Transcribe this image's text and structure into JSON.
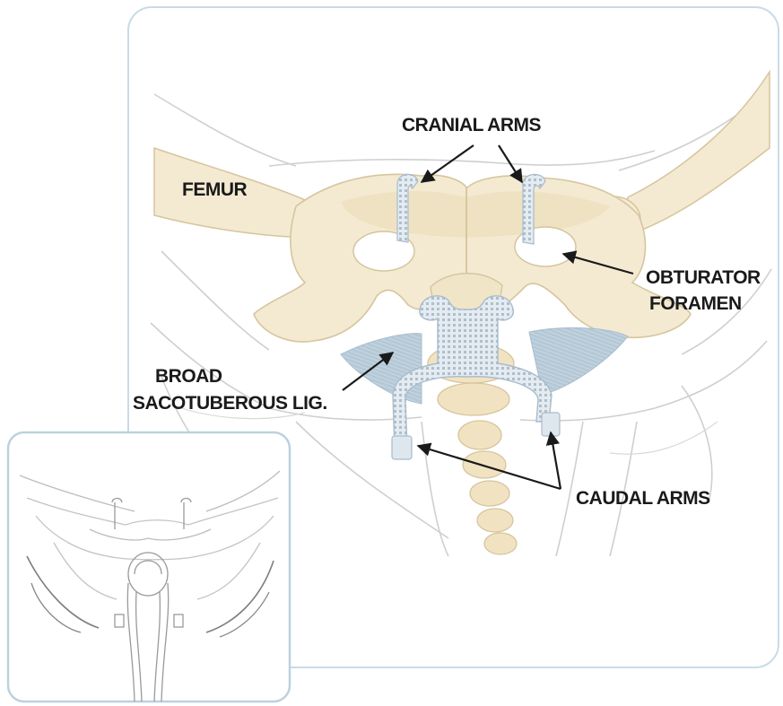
{
  "labels": {
    "cranial_arms": "CRANIAL ARMS",
    "femur": "FEMUR",
    "obturator_line1": "OBTURATOR",
    "obturator_line2": "FORAMEN",
    "broad_line1": "BROAD",
    "broad_line2": "SACOTUBEROUS LIG.",
    "caudal_arms": "CAUDAL ARMS"
  },
  "colors": {
    "panel_border": "#c9dbe6",
    "bone_fill": "#f4ead2",
    "bone_stroke": "#d6c59d",
    "bone_shadow": "#e6d6b1",
    "mesh_fill": "#dfe7ee",
    "mesh_stroke": "#a9bccb",
    "ligament_fill": "#b7cad8",
    "outline": "#c7c7c7",
    "arrow": "#1a1a1a",
    "inset_border": "#bcd1de"
  },
  "icons": {
    "main_illustration": "pelvis-mesh-illustration",
    "inset_illustration": "pelvis-outline-thumbnail"
  }
}
